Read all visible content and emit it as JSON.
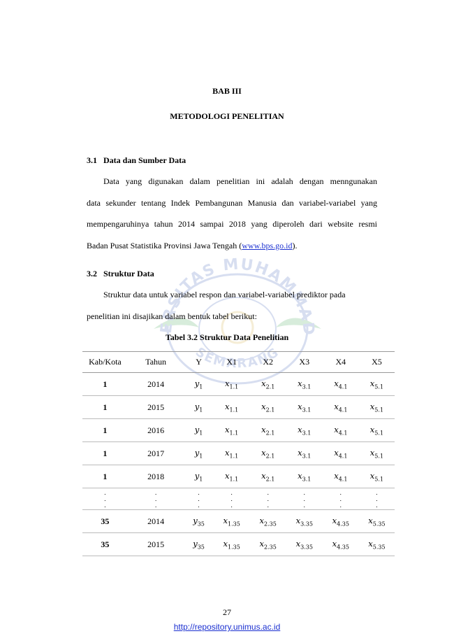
{
  "chapter": {
    "label": "BAB III",
    "title": "METODOLOGI PENELITIAN"
  },
  "section1": {
    "number": "3.1",
    "title": "Data dan Sumber Data",
    "lines": [
      "Data yang digunakan dalam penelitian ini adalah dengan menngunakan",
      "data sekunder tentang Indek Pembangunan Manusia dan variabel-variabel yang",
      "mempengaruhinya tahun 2014 sampai 2018 yang diperoleh dari website resmi"
    ],
    "last_line_prefix": "Badan Pusat Statistika Provinsi Jawa Tengah (",
    "link_text": "www.bps.go.id",
    "last_line_suffix": ")."
  },
  "section2": {
    "number": "3.2",
    "title": "Struktur Data",
    "lines": [
      "Struktur data untuk variabel respon dan variabel-variabel prediktor pada",
      "penelitian ini disajikan dalam bentuk tabel berikut:"
    ]
  },
  "table": {
    "caption": "Tabel 3.2 Struktur Data Penelitian",
    "headers": [
      "Kab/Kota",
      "Tahun",
      "Y",
      "X1",
      "X2",
      "X3",
      "X4",
      "X5"
    ],
    "rows": [
      {
        "kab": "1",
        "tahun": "2014",
        "y": "1",
        "x1": "1.1",
        "x2": "2.1",
        "x3": "3.1",
        "x4": "4.1",
        "x5": "5.1"
      },
      {
        "kab": "1",
        "tahun": "2015",
        "y": "1",
        "x1": "1.1",
        "x2": "2.1",
        "x3": "3.1",
        "x4": "4.1",
        "x5": "5.1"
      },
      {
        "kab": "1",
        "tahun": "2016",
        "y": "1",
        "x1": "1.1",
        "x2": "2.1",
        "x3": "3.1",
        "x4": "4.1",
        "x5": "5.1"
      },
      {
        "kab": "1",
        "tahun": "2017",
        "y": "1",
        "x1": "1.1",
        "x2": "2.1",
        "x3": "3.1",
        "x4": "4.1",
        "x5": "5.1"
      },
      {
        "kab": "1",
        "tahun": "2018",
        "y": "1",
        "x1": "1.1",
        "x2": "2.1",
        "x3": "3.1",
        "x4": "4.1",
        "x5": "5.1"
      },
      {
        "kab": "35",
        "tahun": "2014",
        "y": "35",
        "x1": "1.35",
        "x2": "2.35",
        "x3": "3.35",
        "x4": "4.35",
        "x5": "5.35"
      },
      {
        "kab": "35",
        "tahun": "2015",
        "y": "35",
        "x1": "1.35",
        "x2": "2.35",
        "x3": "3.35",
        "x4": "4.35",
        "x5": "5.35"
      }
    ],
    "dots": "."
  },
  "page_number": "27",
  "footer_url": "http://repository.unimus.ac.id",
  "watermark": {
    "top_text": "UNIVERSITAS MUHAMMADIYAH",
    "bottom_text": "SEMARANG"
  }
}
